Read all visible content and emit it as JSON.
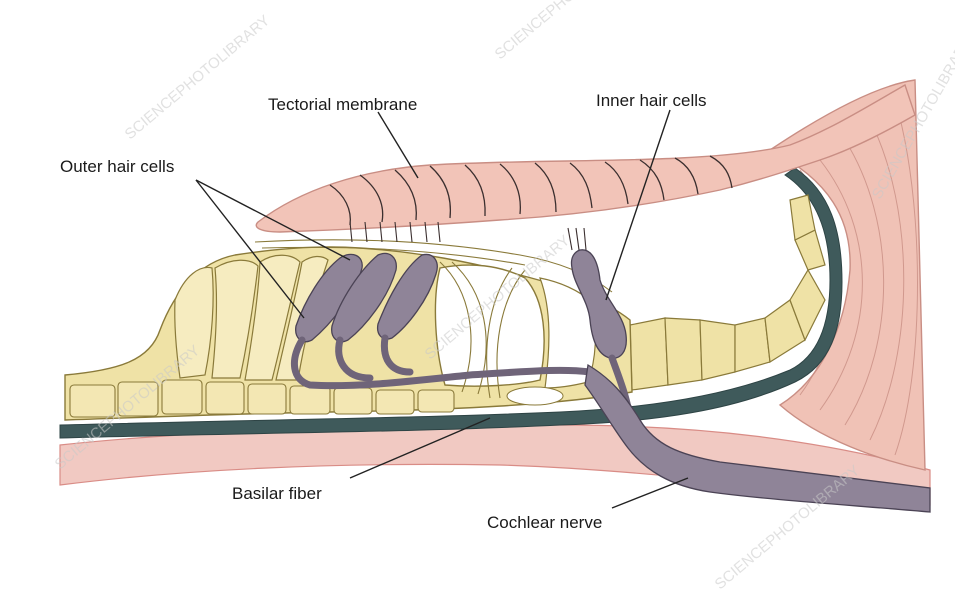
{
  "labels": {
    "tectorial_membrane": "Tectorial membrane",
    "inner_hair_cells": "Inner hair cells",
    "outer_hair_cells": "Outer hair cells",
    "basilar_fiber": "Basilar fiber",
    "cochlear_nerve": "Cochlear nerve"
  },
  "watermark": "SCIENCEPHOTOLIBRARY",
  "colors": {
    "membrane_pink": "#e9b3a6",
    "support_cell_yellow": "#efe2a6",
    "hair_cell_purple": "#8f8498",
    "basilar_dark": "#3f5a5b",
    "tissue_red": "#d98c86"
  }
}
